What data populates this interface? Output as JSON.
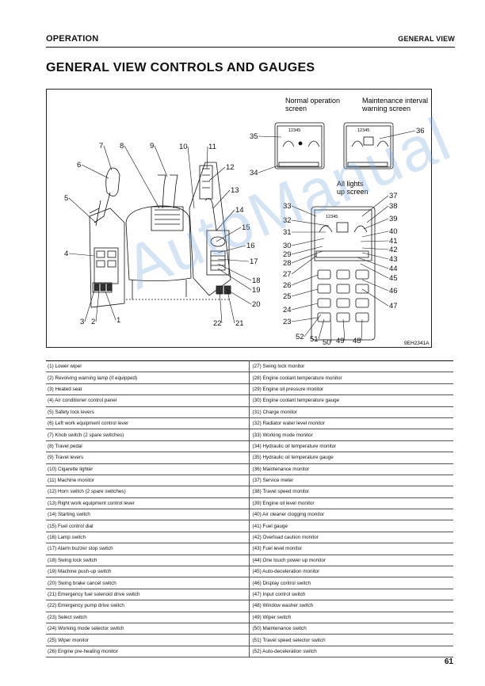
{
  "header": {
    "section": "OPERATION",
    "chapter": "GENERAL VIEW"
  },
  "title": "GENERAL VIEW CONTROLS AND GAUGES",
  "figure": {
    "screens": {
      "normal_1": "Normal operation",
      "normal_2": "screen",
      "maint_1": "Maintenance interval",
      "maint_2": "warning screen",
      "all_1": "All lights",
      "all_2": "up screen"
    },
    "monitor_readout": "12345",
    "code": "9EH2341A",
    "callouts": [
      "1",
      "2",
      "3",
      "4",
      "5",
      "6",
      "7",
      "8",
      "9",
      "10",
      "11",
      "12",
      "13",
      "14",
      "15",
      "16",
      "17",
      "18",
      "19",
      "20",
      "21",
      "22",
      "23",
      "24",
      "25",
      "26",
      "27",
      "28",
      "29",
      "30",
      "31",
      "32",
      "33",
      "34",
      "35",
      "36",
      "37",
      "38",
      "39",
      "40",
      "41",
      "42",
      "43",
      "44",
      "45",
      "46",
      "47",
      "48",
      "49",
      "50",
      "51",
      "52"
    ]
  },
  "legend_left": [
    "(1) Lower wiper",
    "(2) Revolving warning lamp (if equipped)",
    "(3) Heated seat",
    "(4) Air conditioner control panel",
    "(5) Safety lock levers",
    "(6) Left work equipment control lever",
    "(7) Knob switch  (2 spare switches)",
    "(8) Travel pedal",
    "(9) Travel levers",
    "(10) Cigarette lighter",
    "(11) Machine monitor",
    "(12) Horn switch   (2 spare switches)",
    "(13) Right work equipment control lever",
    "(14) Starting switch",
    "(15) Fuel control dial",
    "(16) Lamp switch",
    "(17) Alarm buzzer stop switch",
    "(18) Swing lock switch",
    "(19) Machine push-up switch",
    "(20) Swing brake cancel switch",
    "(21) Emergency fuel solenoid drive switch",
    "(22) Emergency pump drive switch",
    "(23) Select switch",
    "(24) Working mode selector switch",
    "(25) Wiper monitor",
    "(26) Engine pre-heating monitor"
  ],
  "legend_right": [
    "(27) Swing lock monitor",
    "(28) Engine coolant temperature monitor",
    "(29) Engine oil pressure monitor",
    "(30) Engine coolant temperature gauge",
    "(31) Charge monitor",
    "(32)  Radiator water level monitor",
    "(33)  Working mode monitor",
    "(34)  Hydraulic oil temperature monitor",
    "(35) Hydraulic oil temperature gauge",
    "(36) Maintenance monitor",
    "(37) Service meter",
    "(38) Travel speed monitor",
    "(39) Engine oil level monitor",
    "(40) Air cleaner clogging monitor",
    "(41) Fuel gauge",
    "(42) Overload caution monitor",
    "(43) Fuel level monitor",
    "(44) One touch power up monitor",
    "(45) Auto-deceleration monitor",
    "(46) Display control switch",
    "(47) Input control switch",
    "(48) Window washer switch",
    "(49) Wiper switch",
    "(50) Maintenance switch",
    "(51) Travel speed selector switch",
    "(52) Auto-deceleration switch"
  ],
  "watermark": "AutoManual",
  "page_number": "61"
}
